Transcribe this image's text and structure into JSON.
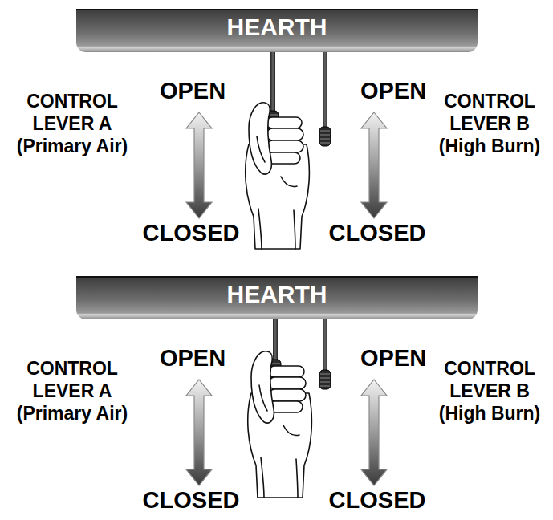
{
  "diagram": {
    "nodes": [
      {
        "text": [
          "HEARTH"
        ]
      },
      {
        "text": [
          "HEARTH"
        ]
      }
    ],
    "labels": [
      "CONTROL LEVER A (Primary Air)",
      "OPEN",
      "OPEN",
      "CONTROL LEVER B (High Burn)",
      "CLOSED",
      "CLOSED",
      "CONTROL LEVER A (Primary Air)",
      "OPEN",
      "OPEN",
      "CONTROL LEVER B (High Burn)",
      "CLOSED",
      "CLOSED"
    ]
  }
}
